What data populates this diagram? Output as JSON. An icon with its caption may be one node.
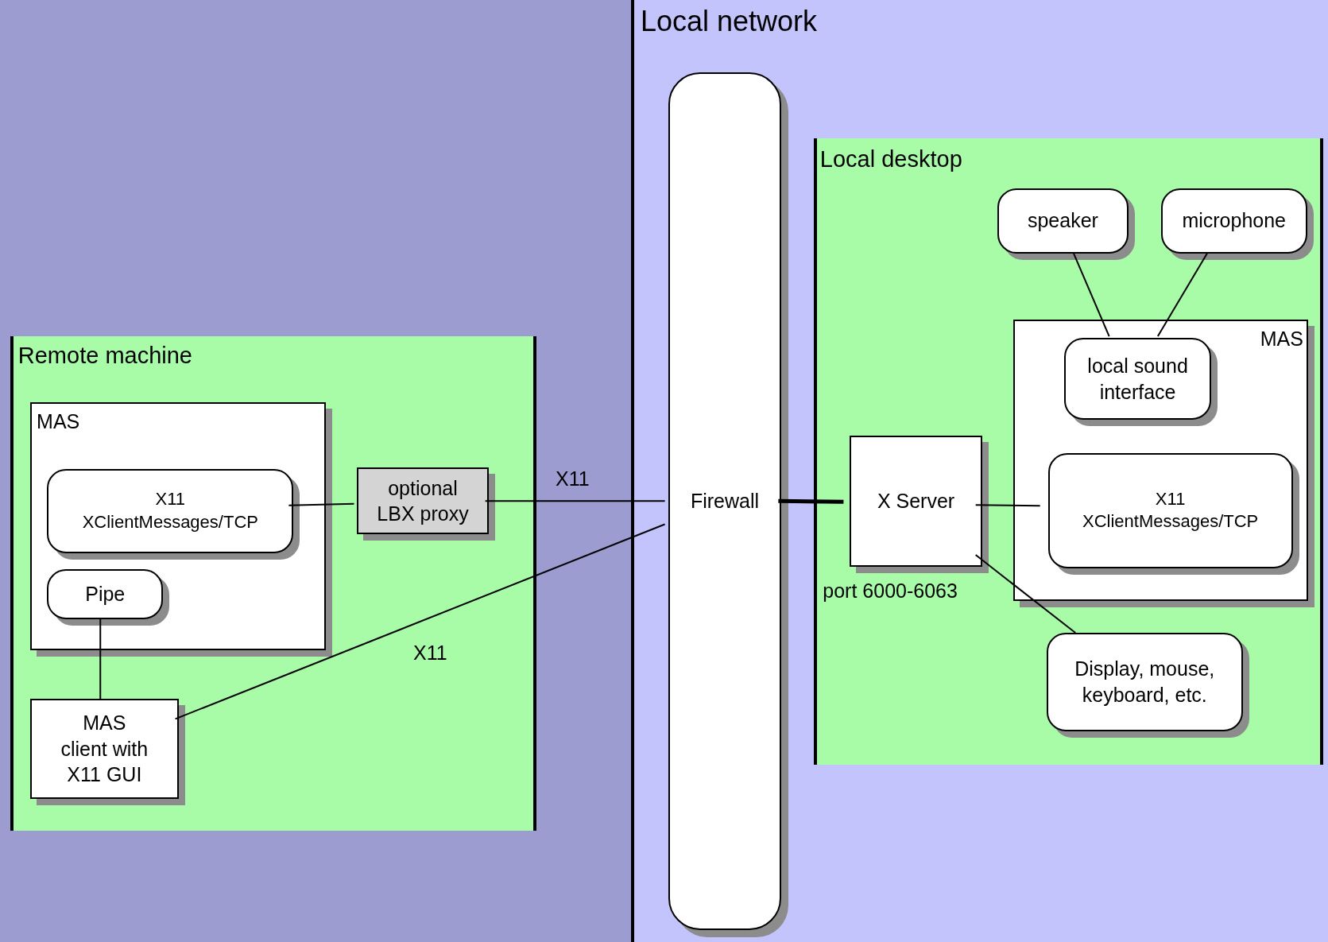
{
  "diagram": {
    "nodes": [
      {
        "text": [
          "Local network"
        ]
      },
      {
        "text": [
          "Remote machine"
        ]
      },
      {
        "text": [
          "MAS"
        ],
        "in": 1
      },
      {
        "text": [
          "X11 XClientMessages/TCP"
        ],
        "in": 2
      },
      {
        "text": [
          "Pipe"
        ],
        "in": 2
      },
      {
        "text": [
          "MAS client with X11 GUI"
        ],
        "in": 1
      },
      {
        "text": [
          "optional LBX proxy"
        ],
        "in": 1
      },
      {
        "text": [
          "Firewall"
        ],
        "in": 0
      },
      {
        "text": [
          "Local desktop"
        ],
        "in": 0
      },
      {
        "text": [
          "speaker"
        ],
        "in": 8
      },
      {
        "text": [
          "microphone"
        ],
        "in": 8
      },
      {
        "text": [
          "MAS"
        ],
        "in": 8
      },
      {
        "text": [
          "local sound interface"
        ],
        "in": 11
      },
      {
        "text": [
          "X11 XClientMessages/TCP"
        ],
        "in": 11
      },
      {
        "text": [
          "X Server"
        ],
        "in": 8,
        "beside": [
          "port 6000-6063"
        ]
      },
      {
        "text": [
          "Display, mouse, keyboard, etc."
        ],
        "in": 8
      }
    ],
    "edges": [
      {
        "from": 3,
        "to": 6,
        "arrow": "none"
      },
      {
        "from": 6,
        "to": 7,
        "arrow": "none",
        "label": "X11"
      },
      {
        "from": 4,
        "to": 5,
        "arrow": "none"
      },
      {
        "from": 5,
        "to": 7,
        "arrow": "none",
        "label": "X11"
      },
      {
        "from": 7,
        "to": 14,
        "arrow": "none",
        "style": "thick"
      },
      {
        "from": 14,
        "to": 13,
        "arrow": "none"
      },
      {
        "from": 14,
        "to": 15,
        "arrow": "none"
      },
      {
        "from": 9,
        "to": 12,
        "arrow": "none"
      },
      {
        "from": 10,
        "to": 12,
        "arrow": "none"
      }
    ]
  }
}
